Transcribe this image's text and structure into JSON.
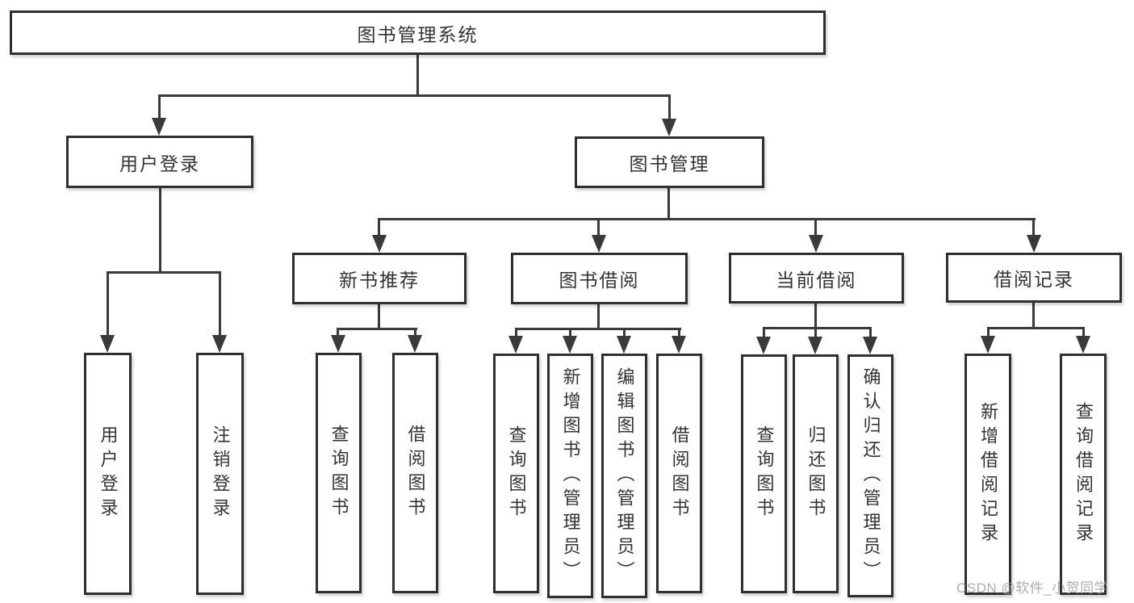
{
  "colors": {
    "line": "#3a3a3a",
    "box_border": "#2f2f2f",
    "box_background": "#ffffff",
    "watermark": "#9e9e9e"
  },
  "watermark": {
    "text": "CSDN @软件_小贺同学"
  },
  "tree": {
    "root": {
      "label": "图书管理系统"
    },
    "branches": [
      {
        "label": "用户登录",
        "children": [
          {
            "label": "用户登录"
          },
          {
            "label": "注销登录"
          }
        ]
      },
      {
        "label": "图书管理",
        "children": [
          {
            "label": "新书推荐",
            "children": [
              {
                "label": "查询图书"
              },
              {
                "label": "借阅图书"
              }
            ]
          },
          {
            "label": "图书借阅",
            "children": [
              {
                "label": "查询图书"
              },
              {
                "label": "新增图书（管理员）"
              },
              {
                "label": "编辑图书（管理员）"
              },
              {
                "label": "借阅图书"
              }
            ]
          },
          {
            "label": "当前借阅",
            "children": [
              {
                "label": "查询图书"
              },
              {
                "label": "归还图书"
              },
              {
                "label": "确认归还（管理员）"
              }
            ]
          },
          {
            "label": "借阅记录",
            "children": [
              {
                "label": "新增借阅记录"
              },
              {
                "label": "查询借阅记录"
              }
            ]
          }
        ]
      }
    ]
  }
}
